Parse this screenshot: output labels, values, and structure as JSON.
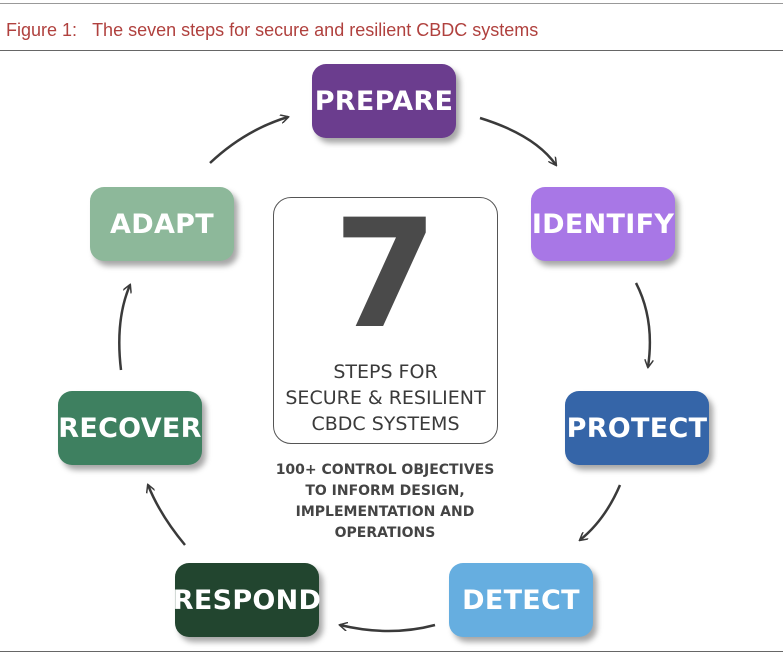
{
  "caption": {
    "label": "Figure 1:",
    "title": "The seven steps for secure and resilient CBDC systems"
  },
  "steps": [
    {
      "label": "PREPARE",
      "color": "#6b3d8e"
    },
    {
      "label": "IDENTIFY",
      "color": "#a877e6"
    },
    {
      "label": "PROTECT",
      "color": "#3565a8"
    },
    {
      "label": "DETECT",
      "color": "#66aee0"
    },
    {
      "label": "RESPOND",
      "color": "#22452f"
    },
    {
      "label": "RECOVER",
      "color": "#3e8060"
    },
    {
      "label": "ADAPT",
      "color": "#8db89a"
    }
  ],
  "center": {
    "number": "7",
    "line1": "STEPS FOR",
    "line2": "SECURE & RESILIENT",
    "line3": "CBDC SYSTEMS"
  },
  "note": {
    "line1": "100+ CONTROL OBJECTIVES",
    "line2": "TO INFORM DESIGN,",
    "line3": "IMPLEMENTATION AND",
    "line4": "OPERATIONS"
  }
}
